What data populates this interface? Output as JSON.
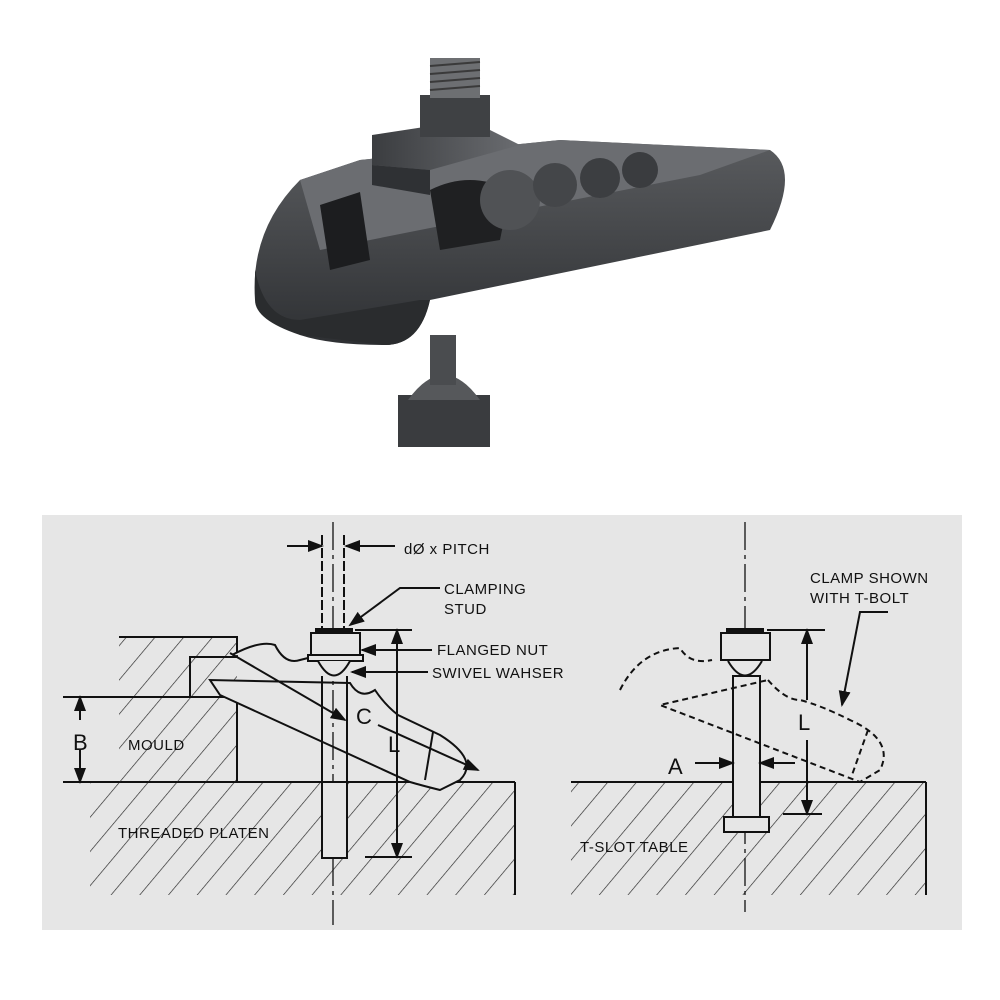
{
  "photo": {
    "subject": "clamp-product-render"
  },
  "diagram": {
    "left_view": {
      "thread_label": "dØ x PITCH",
      "clamping_stud_line1": "CLAMPING",
      "clamping_stud_line2": "STUD",
      "flanged_nut": "FLANGED NUT",
      "swivel_washer": "SWIVEL WAHSER",
      "dim_c": "C",
      "dim_l": "L",
      "dim_b": "B",
      "mould": "MOULD",
      "threaded_platen": "THREADED PLATEN"
    },
    "right_view": {
      "note_line1": "CLAMP SHOWN",
      "note_line2": "WITH T-BOLT",
      "dim_l": "L",
      "dim_a": "A",
      "t_slot_table": "T-SLOT TABLE"
    }
  }
}
